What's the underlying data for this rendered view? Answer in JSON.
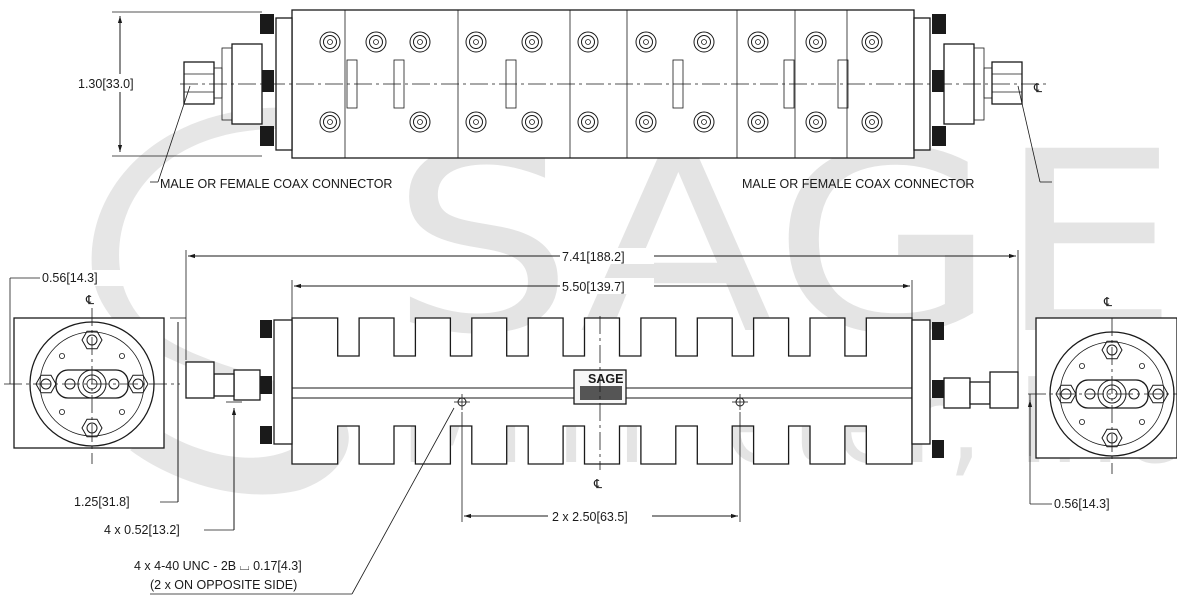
{
  "watermark": {
    "logo_text": "SAGE",
    "subtitle": "Millimeter, Inc"
  },
  "top_view": {
    "height_dim": "1.30[33.0]",
    "connector_label_left": "MALE OR FEMALE COAX CONNECTOR",
    "connector_label_right": "MALE OR FEMALE COAX CONNECTOR",
    "centerline_symbol": "℄"
  },
  "side_view": {
    "overall_length": "7.41[188.2]",
    "body_length": "5.50[139.7]",
    "mount_hole_spacing": "2 x 2.50[63.5]",
    "height_to_holes": "1.25[31.8]",
    "hole_offset": "4 x 0.52[13.2]",
    "thread_callout_line1": "4 x 4-40 UNC - 2B ⌴ 0.17[4.3]",
    "thread_callout_line2": "(2 x ON OPPOSITE SIDE)",
    "centerline_symbol": "℄",
    "label_brand": "SAGE"
  },
  "end_view_left": {
    "flange_offset": "0.56[14.3]",
    "centerline_symbol": "℄"
  },
  "end_view_right": {
    "flange_offset": "0.56[14.3]",
    "centerline_symbol": "℄"
  }
}
